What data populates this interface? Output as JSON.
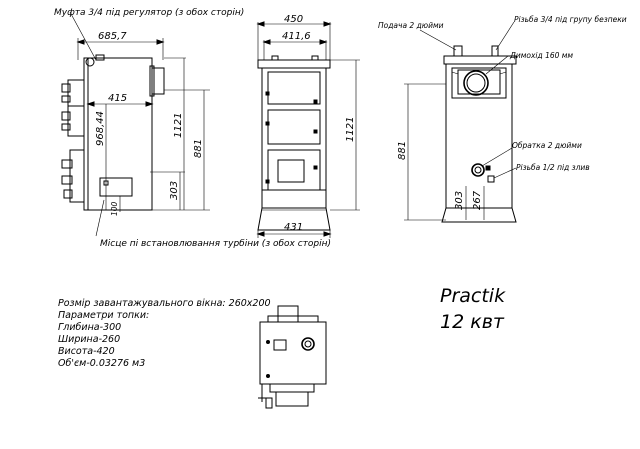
{
  "callouts": {
    "mufta": "Муфта 3/4 під регулятор (з обох сторін)",
    "turbine": "Місце пі встановлювання турбіни (з обох сторін)",
    "supply": "Подача 2 дюйми",
    "thread_pump": "Різьба 3/4 під групу безпеки",
    "flue": "Димохід 160 мм",
    "return": "Обратка 2 дюйми",
    "drain": "Різьба 1/2 під злив"
  },
  "dimensions": {
    "d_685": "685,7",
    "d_415": "415",
    "d_968": "968,44",
    "d_1121_a": "1121",
    "d_881_a": "881",
    "d_303_a": "303",
    "d_100": "100",
    "d_450": "450",
    "d_411": "411,6",
    "d_431": "431",
    "d_1121_b": "1121",
    "d_881_b": "881",
    "d_303_b": "303",
    "d_267": "267"
  },
  "notes": {
    "line1": "Розмір завантажувального вікна: 260x200",
    "line2": "Параметри топки:",
    "line3": "Глибина-300",
    "line4": "Ширина-260",
    "line5": "Висота-420",
    "line6": "Об'єм-0.03276 м3"
  },
  "title": {
    "model": "Practik",
    "power": "12 квт"
  }
}
